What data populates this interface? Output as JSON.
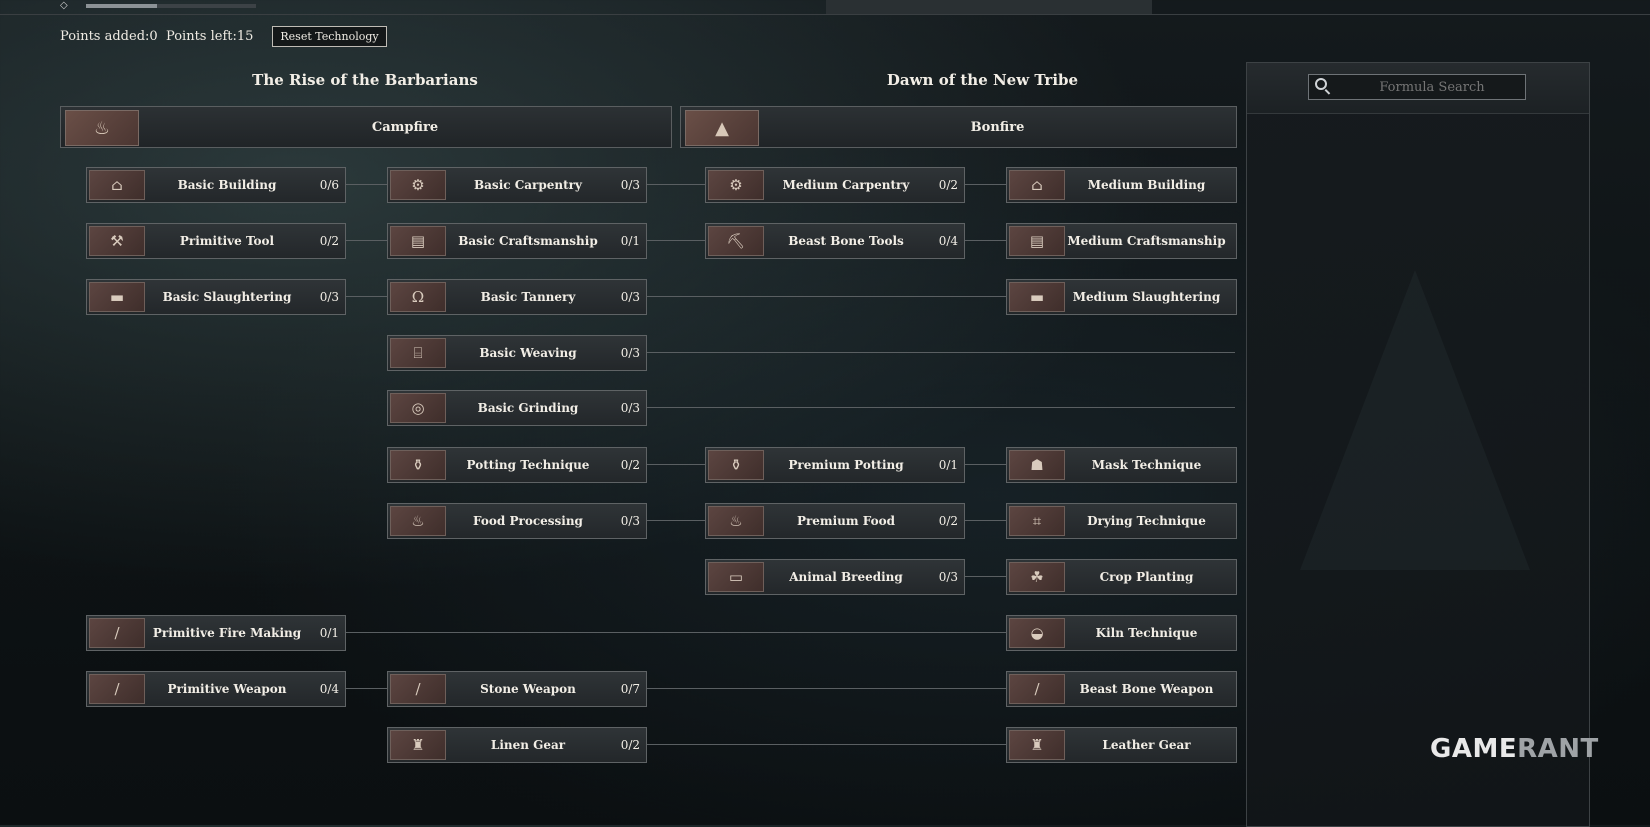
{
  "header": {
    "points_added_label": "Points added:0",
    "points_left_label": "Points left:15",
    "reset_label": "Reset Technology",
    "progress": 0.42
  },
  "eras": [
    {
      "title": "The Rise of the Barbarians",
      "root": "Campfire"
    },
    {
      "title": "Dawn of the New Tribe",
      "root": "Bonfire"
    }
  ],
  "techs": {
    "basic_building": {
      "label": "Basic Building",
      "count": "0/6"
    },
    "basic_carpentry": {
      "label": "Basic Carpentry",
      "count": "0/3"
    },
    "medium_carpentry": {
      "label": "Medium Carpentry",
      "count": "0/2"
    },
    "medium_building": {
      "label": "Medium Building",
      "count": ""
    },
    "primitive_tool": {
      "label": "Primitive Tool",
      "count": "0/2"
    },
    "basic_craftsmanship": {
      "label": "Basic Craftsmanship",
      "count": "0/1"
    },
    "beast_bone_tools": {
      "label": "Beast Bone Tools",
      "count": "0/4"
    },
    "medium_craftsmanship": {
      "label": "Medium Craftsmanship",
      "count": ""
    },
    "basic_slaughtering": {
      "label": "Basic Slaughtering",
      "count": "0/3"
    },
    "basic_tannery": {
      "label": "Basic Tannery",
      "count": "0/3"
    },
    "medium_slaughtering": {
      "label": "Medium Slaughtering",
      "count": ""
    },
    "basic_weaving": {
      "label": "Basic Weaving",
      "count": "0/3"
    },
    "basic_grinding": {
      "label": "Basic Grinding",
      "count": "0/3"
    },
    "potting_technique": {
      "label": "Potting Technique",
      "count": "0/2"
    },
    "premium_potting": {
      "label": "Premium Potting",
      "count": "0/1"
    },
    "mask_technique": {
      "label": "Mask Technique",
      "count": ""
    },
    "food_processing": {
      "label": "Food Processing",
      "count": "0/3"
    },
    "premium_food": {
      "label": "Premium Food",
      "count": "0/2"
    },
    "drying_technique": {
      "label": "Drying Technique",
      "count": ""
    },
    "animal_breeding": {
      "label": "Animal Breeding",
      "count": "0/3"
    },
    "crop_planting": {
      "label": "Crop Planting",
      "count": ""
    },
    "primitive_fire_making": {
      "label": "Primitive Fire Making",
      "count": "0/1"
    },
    "kiln_technique": {
      "label": "Kiln Technique",
      "count": ""
    },
    "primitive_weapon": {
      "label": "Primitive Weapon",
      "count": "0/4"
    },
    "stone_weapon": {
      "label": "Stone Weapon",
      "count": "0/7"
    },
    "beast_bone_weapon": {
      "label": "Beast Bone Weapon",
      "count": ""
    },
    "linen_gear": {
      "label": "Linen Gear",
      "count": "0/2"
    },
    "leather_gear": {
      "label": "Leather Gear",
      "count": ""
    }
  },
  "search": {
    "placeholder": "Formula Search"
  },
  "watermark": {
    "part1": "GAME",
    "part2": "RANT"
  }
}
